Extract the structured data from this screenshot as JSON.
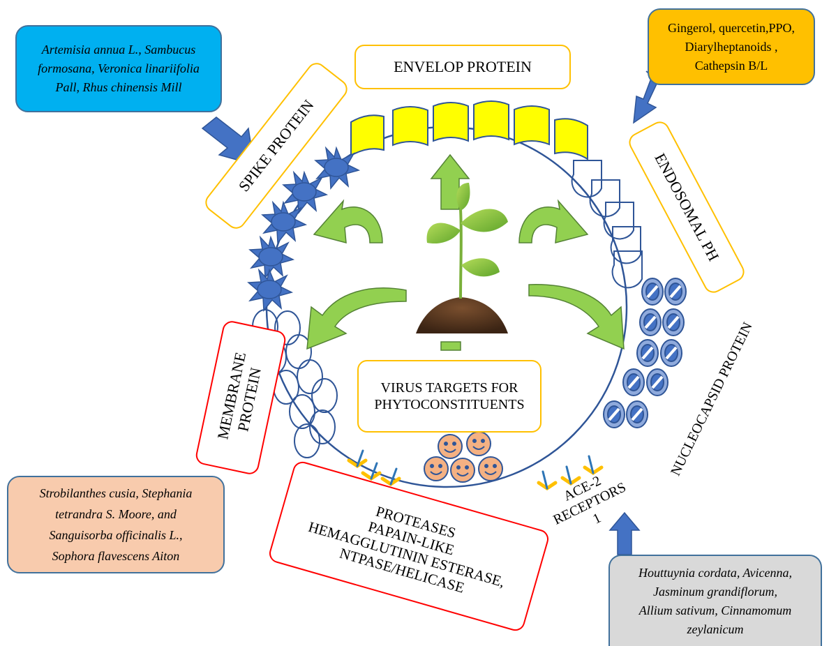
{
  "plant_boxes": {
    "top_left": {
      "lines": [
        "Artemisia annua L., Sambucus",
        "formosana, Veronica linariifolia",
        "Pall, Rhus chinensis Mill"
      ],
      "fill": "#00b0f0"
    },
    "top_right": {
      "lines": [
        "Gingerol, quercetin,PPO,",
        "Diarylheptanoids ,",
        "Cathepsin B/L"
      ],
      "fill": "#ffc000"
    },
    "bottom_left": {
      "lines": [
        "Strobilanthes cusia, Stephania",
        "tetrandra S. Moore, and",
        "Sanguisorba officinalis L.,",
        "Sophora flavescens Aiton"
      ],
      "fill": "#f8cbad"
    },
    "bottom_right": {
      "lines": [
        "Houttuynia cordata, Avicenna,",
        "Jasminum grandiflorum,",
        "Allium sativum, Cinnamomum",
        "zeylanicum"
      ],
      "fill": "#d9d9d9"
    }
  },
  "labels": {
    "envelop": "ENVELOP PROTEIN",
    "spike": "SPIKE PROTEIN",
    "endosomal": "ENDOSOMAL PH",
    "membrane": [
      "MEMBRANE",
      "PROTEIN"
    ],
    "nucleocapsid": "NUCLEOCAPSID PROTEIN",
    "center": [
      "VIRUS TARGETS FOR",
      "PHYTOCONSTITUENTS"
    ],
    "proteases": [
      "PROTEASES",
      "PAPAIN-LIKE",
      "HEMAGGLUTININ ESTERASE,",
      "NTPASE/HELICASE"
    ],
    "ace": [
      "ACE-2",
      "RECEPTORS",
      "1"
    ]
  },
  "colors": {
    "ring": "#2f5597",
    "shape_fill": "#4472c4",
    "shape_stroke": "#2f5597",
    "envelop_fill": "#ffff00",
    "arrow_green": "#92d050",
    "arrow_green_dark": "#548235",
    "arrow_blue": "#4472c4",
    "face_fill": "#f4b183",
    "label_yellow": "#ffc000",
    "label_red": "#ff0000",
    "soil": "#5a3a22",
    "leaf": "#8cc63f"
  }
}
